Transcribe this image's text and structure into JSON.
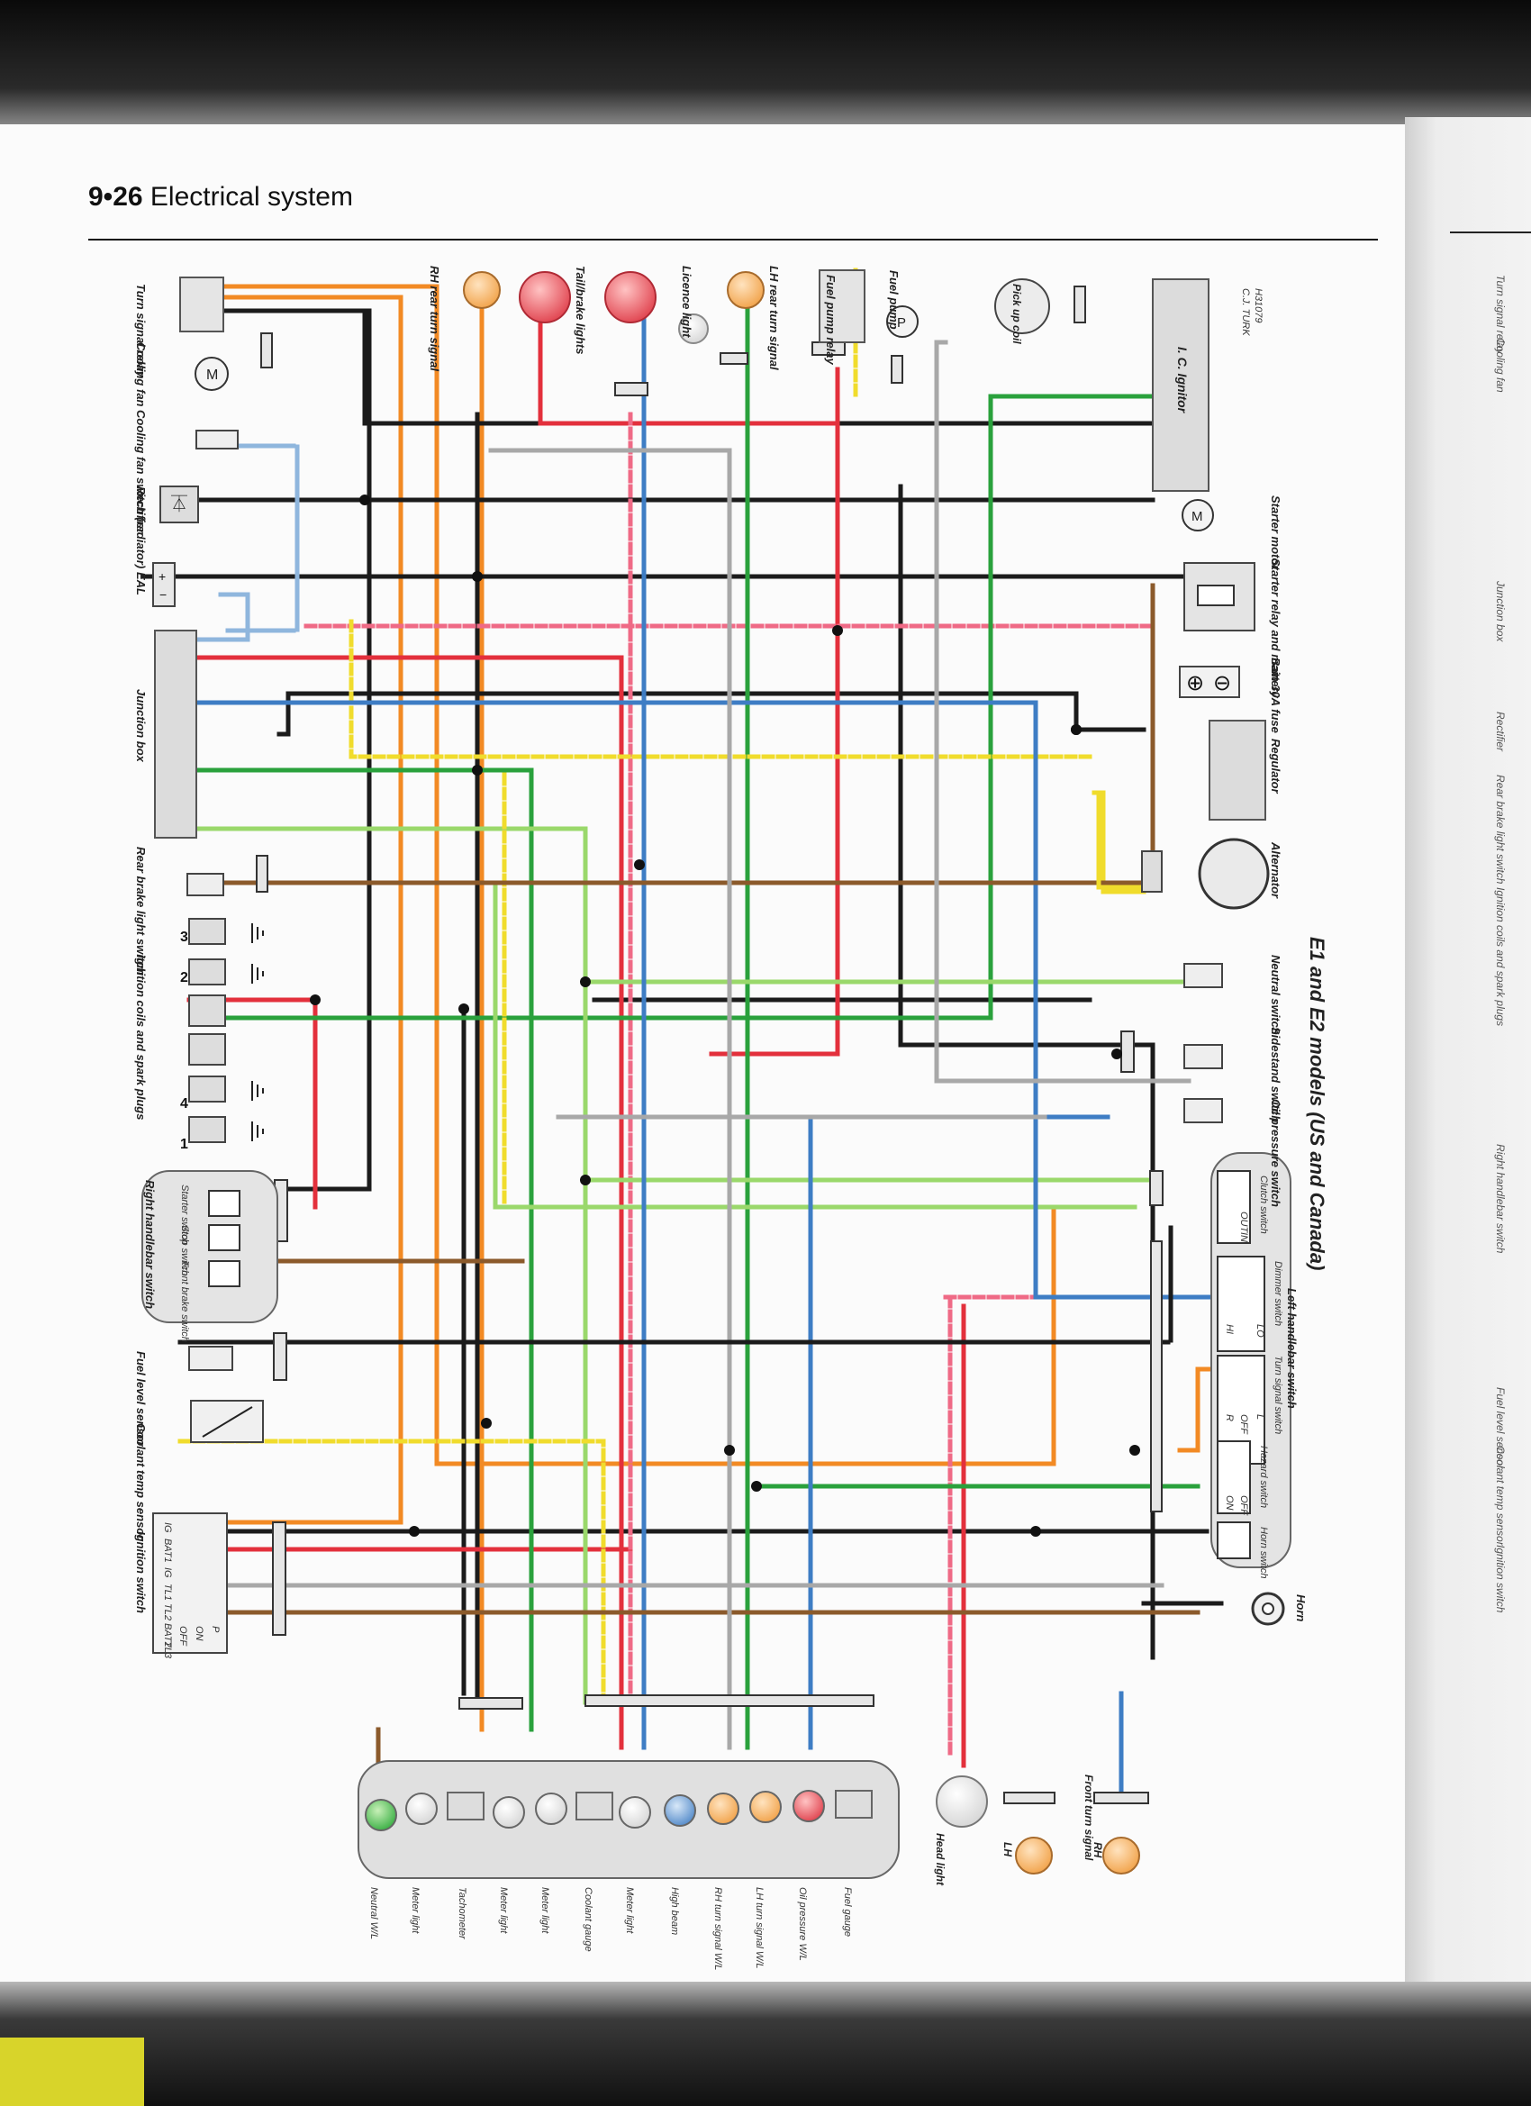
{
  "page": {
    "number": "9•26",
    "title": "Electrical system"
  },
  "diagram_title": "E1  and E2 models (US and Canada)",
  "credit": [
    "C.J. TURK",
    "H31079"
  ],
  "components": {
    "turn_signal_relay": "Turn signal relay",
    "cooling_fan": "Cooling fan",
    "cooling_fan_switch": "Cooling fan switch (radiator)",
    "rectifier": "Rectifier",
    "eal": "EAL",
    "junction_box": "Junction box",
    "rear_brake_light_switch": "Rear brake light switch",
    "ignition_coils": "Ignition coils and spark plugs",
    "right_handlebar_switch": "Right handlebar switch",
    "front_brake_switch": "Front brake switch",
    "stop_switch": "Stop switch",
    "starter_switch": "Starter switch",
    "fuel_level_sensor": "Fuel level sensor",
    "coolant_temp_sensor": "Coolant temp sensor",
    "ignition_switch": "Ignition switch",
    "rh_rear_turn_signal": "RH rear turn signal",
    "tail_brake_lights": "Tail/brake lights",
    "licence_light": "Licence light",
    "lh_rear_turn_signal": "LH rear turn signal",
    "fuel_pump_relay": "Fuel pump relay",
    "fuel_pump": "Fuel pump",
    "pick_up_coil": "Pick up coil",
    "ic_ignitor": "I. C. Ignitor",
    "starter_motor": "Starter motor",
    "starter_relay": "Starter relay and main 30A fuse",
    "battery": "Battery",
    "regulator": "Regulator",
    "alternator": "Alternator",
    "neutral_switch": "Neutral switch",
    "sidestand_switch": "Sidestand switch",
    "oil_pressure_switch": "Oil pressure switch",
    "clutch_switch": "Clutch switch",
    "dimmer_switch": "Dimmer switch",
    "left_handlebar_switch": "Left handlebar switch",
    "turn_signal_switch": "Turn signal switch",
    "hazard_switch": "Hazard switch",
    "horn_switch": "Horn switch",
    "horn": "Horn",
    "head_light": "Head light",
    "front_turn_signal": "Front turn signal",
    "lh": "LH",
    "rh": "RH"
  },
  "switch_terms": {
    "ignition_cols": [
      "IG",
      "BAT1",
      "IG",
      "TL1",
      "TL2",
      "BAT2",
      "TL3"
    ],
    "ignition_rows": [
      "OFF",
      "ON",
      "P"
    ],
    "clutch": [
      "OUT",
      "IN"
    ],
    "dimmer": [
      "HI",
      "LO"
    ],
    "turn": [
      "R",
      "OFF",
      "L"
    ],
    "hazard": [
      "ON",
      "OFF"
    ]
  },
  "coil_numbers": [
    "1",
    "4",
    "2",
    "3"
  ],
  "instrument_cluster": [
    "Neutral W/L",
    "Meter light",
    "Tachometer",
    "Meter light",
    "Meter light",
    "Coolant gauge",
    "Meter light",
    "High beam",
    "RH turn signal W/L",
    "LH turn signal W/L",
    "Oil pressure W/L",
    "Fuel gauge"
  ],
  "next_page_edge": [
    "Turn signal relay",
    "Cooling fan",
    "Junction box",
    "Rectifier",
    "Rear brake light switch",
    "Ignition coils and spark plugs",
    "Right handlebar switch",
    "Fuel level sensor",
    "Coolant temp sensor",
    "Ignition switch"
  ],
  "wire_colors": {
    "orange": "#f28a24",
    "black": "#1b1b1b",
    "red": "#e3303c",
    "pink": "#ef6a86",
    "green": "#2aa13c",
    "light_green": "#9ad86b",
    "yellow": "#f0dc2c",
    "blue": "#3e7dc4",
    "light_blue": "#8fb6dd",
    "brown": "#8b5a2b",
    "gray": "#a8a8a8",
    "white": "#ffffff"
  }
}
